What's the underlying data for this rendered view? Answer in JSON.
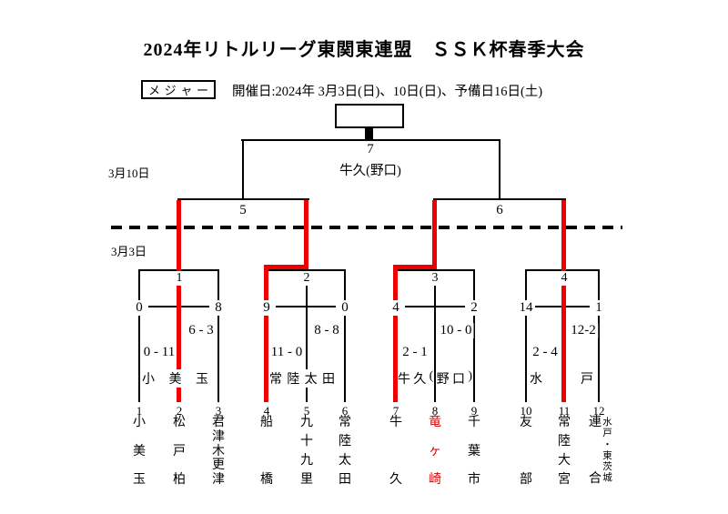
{
  "page": {
    "title": "2024年リトルリーグ東関東連盟　ＳＳＫ杯春季大会",
    "division_label": "メジャー",
    "dates_line": "開催日:2024年 3月3日(日)、10日(日)、予備日16日(土)",
    "final_day_label": "3月10日",
    "first_day_label": "3月3日"
  },
  "colors": {
    "line": "#000000",
    "winner_path": "#ef0000",
    "highlight_team": "#d60000"
  },
  "final": {
    "game_no": "7",
    "venue": "牛久(野口)"
  },
  "semifinals": [
    {
      "game_no": "5"
    },
    {
      "game_no": "6"
    }
  ],
  "pools": [
    {
      "game_no": "1",
      "venue": "小美玉",
      "cross_left": "0",
      "cross_right": "8",
      "score_right": "6 - 3",
      "score_left": "0 - 11"
    },
    {
      "game_no": "2",
      "venue": "常陸太田",
      "cross_left": "9",
      "cross_right": "0",
      "score_right": "8 - 8",
      "score_left": "11 - 0"
    },
    {
      "game_no": "3",
      "venue": "牛久(野口)",
      "cross_left": "4",
      "cross_right": "2",
      "score_right": "10 - 0",
      "score_left": "2 - 1"
    },
    {
      "game_no": "4",
      "venue": "水戸",
      "cross_left": "14",
      "cross_right": "1",
      "score_right": "12-2",
      "score_left": "2 - 4"
    }
  ],
  "teams": [
    {
      "no": "1",
      "name": "小美玉"
    },
    {
      "no": "2",
      "name": "松戸柏"
    },
    {
      "no": "3",
      "name": "君津木更津"
    },
    {
      "no": "4",
      "name": "船橋"
    },
    {
      "no": "5",
      "name": "九十九里"
    },
    {
      "no": "6",
      "name": "常陸太田"
    },
    {
      "no": "7",
      "name": "牛久"
    },
    {
      "no": "8",
      "name": "竜ヶ崎",
      "highlight": true
    },
    {
      "no": "9",
      "name": "千葉市"
    },
    {
      "no": "10",
      "name": "友部"
    },
    {
      "no": "11",
      "name": "常陸大宮"
    },
    {
      "no": "12",
      "name_main": "連合",
      "name_sub": "水戸・東茨城"
    }
  ]
}
